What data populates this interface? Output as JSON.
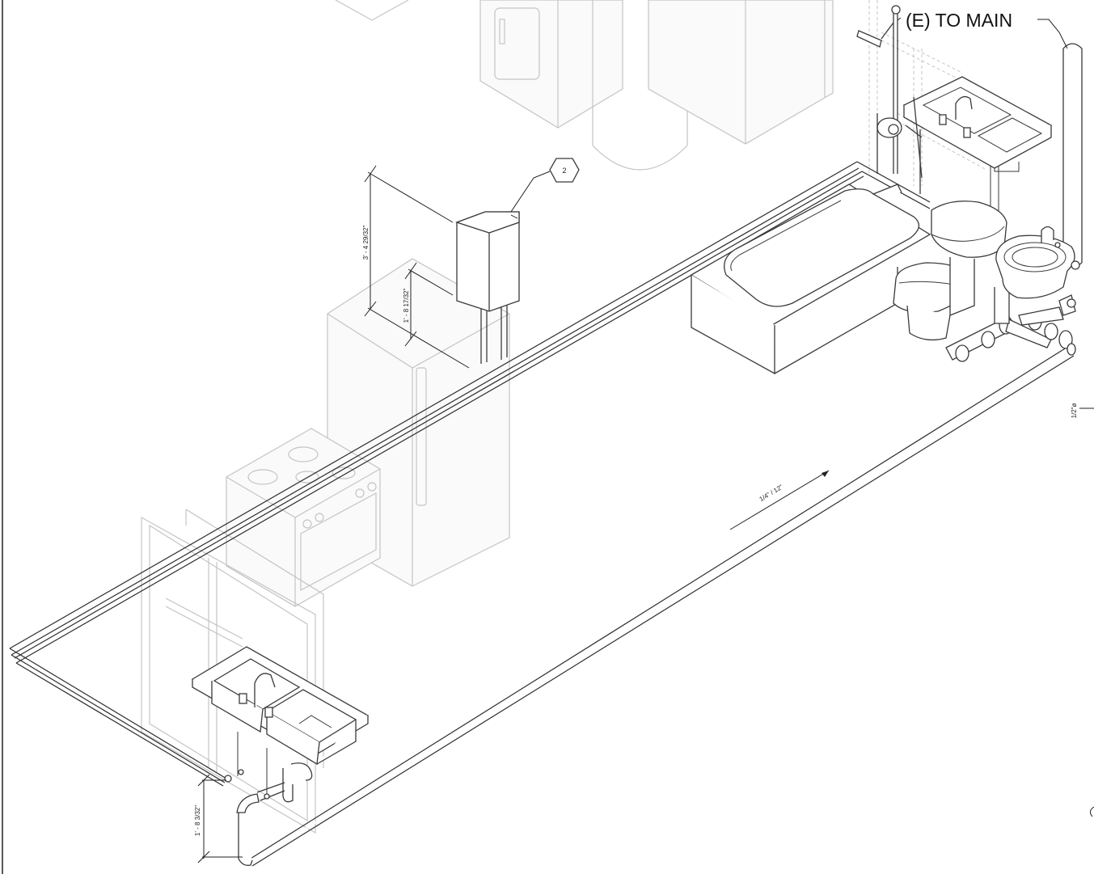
{
  "annotations": {
    "to_main": "(E) TO MAIN",
    "keynote_tag": "2",
    "dim_water_heater_total": "3' - 4 29/32\"",
    "dim_water_heater_low": "1' - 8 17/32\"",
    "dim_slope": "1/4\" / 12\"",
    "dim_pipe_size": "1/2\"ø",
    "dim_sink_drain": "1' - 8 3/32\""
  },
  "colors": {
    "background": "#ffffff",
    "ghost_linework": "#c4c4c4",
    "fixture_linework": "#3a3a3a",
    "pipe_linework": "#2c2c2c"
  }
}
